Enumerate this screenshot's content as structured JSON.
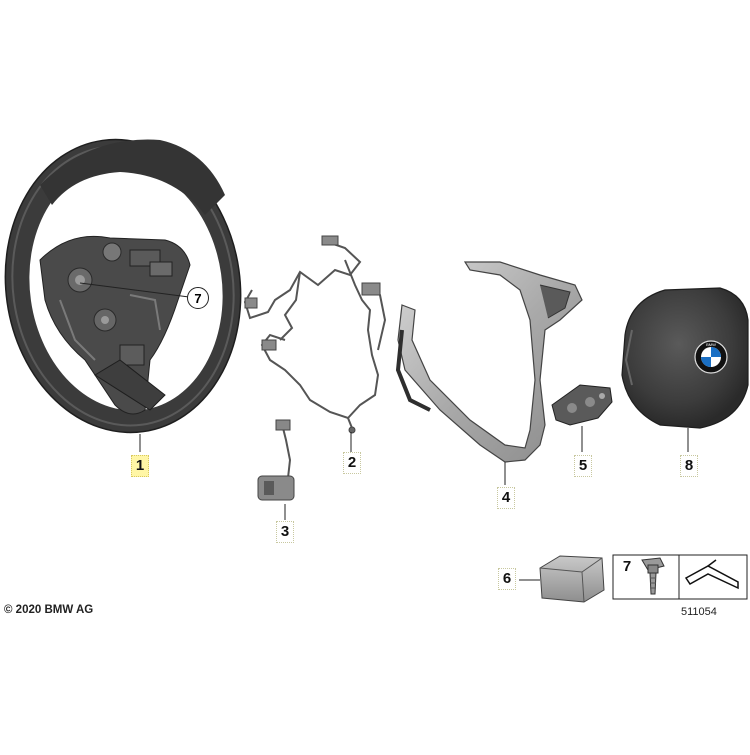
{
  "callouts": {
    "c1": "1",
    "c2": "2",
    "c3": "3",
    "c4": "4",
    "c5": "5",
    "c6": "6",
    "c7": "7",
    "c7_circle": "7",
    "c8": "8"
  },
  "copyright": "© 2020 BMW AG",
  "diagram_number": "511054",
  "logo_text": "BMW",
  "colors": {
    "highlight": "#fff6a6",
    "rim": "#3a3a3a",
    "trim": "#b8b8b8",
    "airbag": "#404040"
  }
}
